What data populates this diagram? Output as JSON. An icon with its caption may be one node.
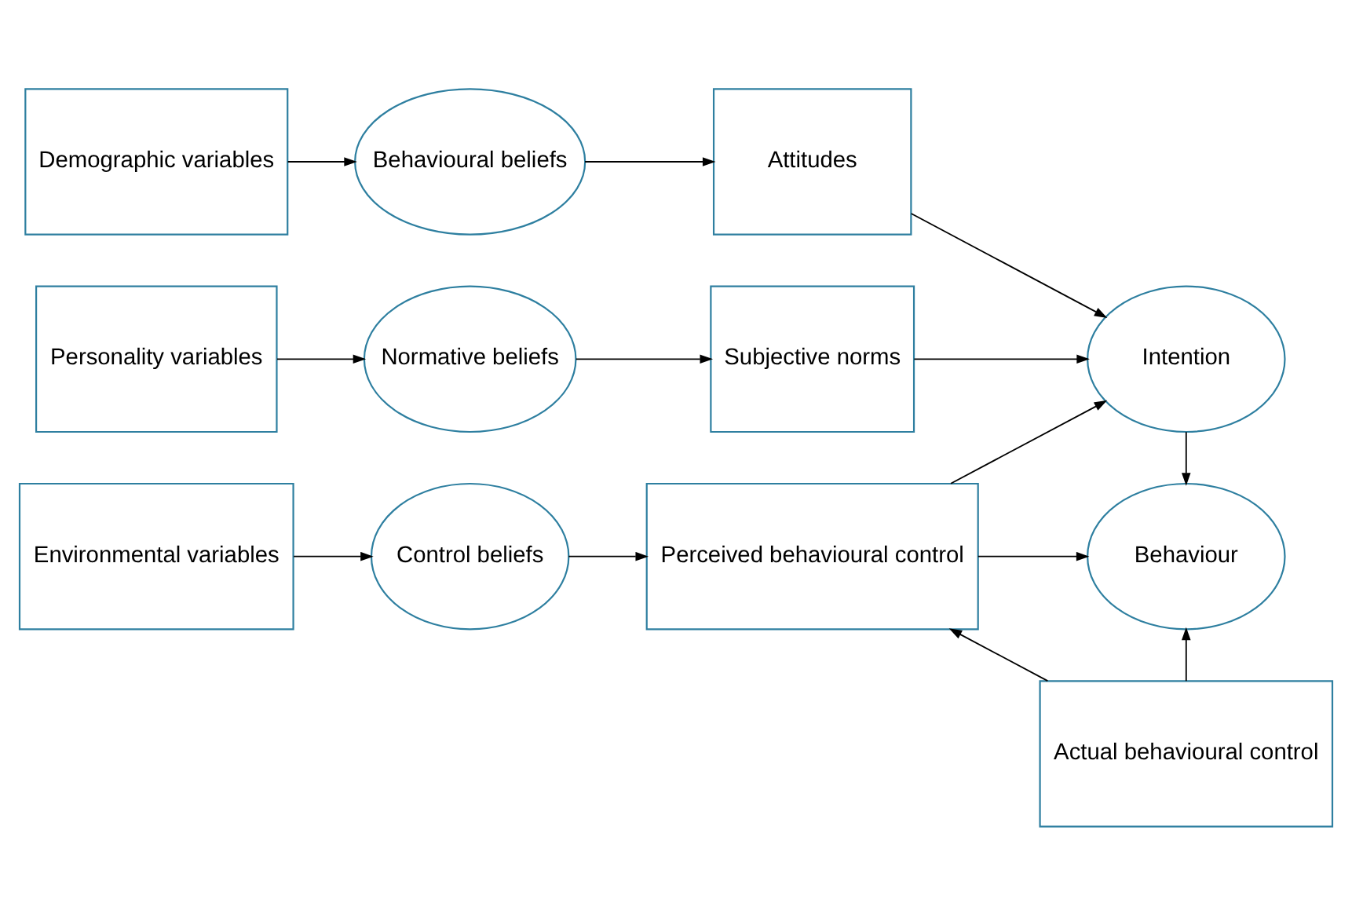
{
  "diagram": {
    "nodes": [
      {
        "text": [
          "Demographic variables"
        ]
      },
      {
        "text": [
          "Behavioural beliefs"
        ]
      },
      {
        "text": [
          "Attitudes"
        ]
      },
      {
        "text": [
          "Personality variables"
        ]
      },
      {
        "text": [
          "Normative beliefs"
        ]
      },
      {
        "text": [
          "Subjective norms"
        ]
      },
      {
        "text": [
          "Environmental variables"
        ]
      },
      {
        "text": [
          "Control beliefs"
        ]
      },
      {
        "text": [
          "Perceived behavioural control"
        ]
      },
      {
        "text": [
          "Intention"
        ]
      },
      {
        "text": [
          "Behaviour"
        ]
      },
      {
        "text": [
          "Actual behavioural control"
        ]
      }
    ],
    "edges": [
      {
        "from": 0,
        "to": 1,
        "arrow": "to"
      },
      {
        "from": 1,
        "to": 2,
        "arrow": "to"
      },
      {
        "from": 2,
        "to": 9,
        "arrow": "to"
      },
      {
        "from": 3,
        "to": 4,
        "arrow": "to"
      },
      {
        "from": 4,
        "to": 5,
        "arrow": "to"
      },
      {
        "from": 5,
        "to": 9,
        "arrow": "to"
      },
      {
        "from": 6,
        "to": 7,
        "arrow": "to"
      },
      {
        "from": 7,
        "to": 8,
        "arrow": "to"
      },
      {
        "from": 8,
        "to": 9,
        "arrow": "to"
      },
      {
        "from": 8,
        "to": 10,
        "arrow": "to"
      },
      {
        "from": 9,
        "to": 10,
        "arrow": "to"
      },
      {
        "from": 11,
        "to": 8,
        "arrow": "to"
      },
      {
        "from": 11,
        "to": 10,
        "arrow": "to"
      }
    ]
  }
}
